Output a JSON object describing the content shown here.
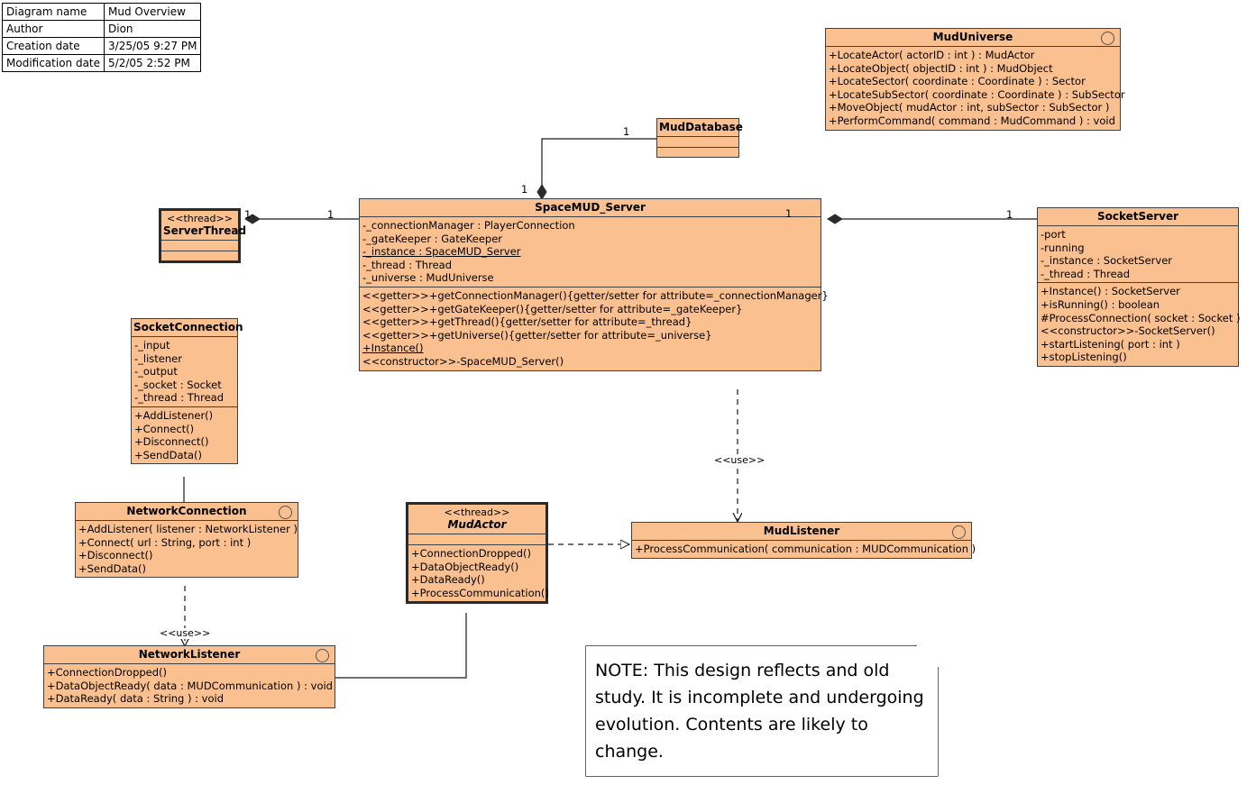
{
  "diagram": {
    "title": "Mud Overview",
    "info_rows": [
      {
        "key": "Diagram name",
        "value": "Mud Overview"
      },
      {
        "key": "Author",
        "value": "Dion"
      },
      {
        "key": "Creation date",
        "value": "3/25/05 9:27 PM"
      },
      {
        "key": "Modification date",
        "value": "5/2/05 2:52 PM"
      }
    ],
    "colors": {
      "class_fill": "#fac090",
      "class_border": "#404040",
      "active_border": "#2b2b2b",
      "line": "#1a1a1a",
      "note_fill": "#ffffff",
      "background": "#ffffff"
    }
  },
  "classes": {
    "mud_universe": {
      "name": "MudUniverse",
      "stereotype": "",
      "interface_circle": true,
      "attributes": [],
      "operations": [
        "+LocateActor( actorID : int ) : MudActor",
        "+LocateObject( objectID : int ) : MudObject",
        "+LocateSector( coordinate : Coordinate ) : Sector",
        "+LocateSubSector( coordinate : Coordinate ) : SubSector",
        "+MoveObject( mudActor : int, subSector : SubSector )",
        "+PerformCommand( command : MudCommand ) : void"
      ]
    },
    "mud_database": {
      "name": "MudDatabase",
      "stereotype": "",
      "interface_circle": false,
      "attributes": [],
      "operations": []
    },
    "server_thread": {
      "name": "ServerThread",
      "stereotype": "<<thread>>",
      "interface_circle": false,
      "attributes": [],
      "operations": []
    },
    "spacemud_server": {
      "name": "SpaceMUD_Server",
      "stereotype": "",
      "interface_circle": false,
      "attributes": [
        {
          "text": "-_connectionManager : PlayerConnection",
          "static": false
        },
        {
          "text": "-_gateKeeper : GateKeeper",
          "static": false
        },
        {
          "text": "-_instance : SpaceMUD_Server",
          "static": true
        },
        {
          "text": "-_thread : Thread",
          "static": false
        },
        {
          "text": "-_universe : MudUniverse",
          "static": false
        }
      ],
      "operations": [
        {
          "text": "<<getter>>+getConnectionManager(){getter/setter for attribute=_connectionManager}",
          "static": false
        },
        {
          "text": "<<getter>>+getGateKeeper(){getter/setter for attribute=_gateKeeper}",
          "static": false
        },
        {
          "text": "<<getter>>+getThread(){getter/setter for attribute=_thread}",
          "static": false
        },
        {
          "text": "<<getter>>+getUniverse(){getter/setter for attribute=_universe}",
          "static": false
        },
        {
          "text": "+Instance()",
          "static": true
        },
        {
          "text": "<<constructor>>-SpaceMUD_Server()",
          "static": false
        }
      ]
    },
    "socket_server": {
      "name": "SocketServer",
      "stereotype": "",
      "interface_circle": false,
      "attributes": [
        "-port",
        "-running",
        "-_instance : SocketServer",
        "-_thread : Thread"
      ],
      "operations": [
        "+Instance() : SocketServer",
        "+isRunning() : boolean",
        "#ProcessConnection( socket : Socket )",
        "<<constructor>>-SocketServer()",
        "+startListening( port : int )",
        "+stopListening()"
      ]
    },
    "socket_connection": {
      "name": "SocketConnection",
      "stereotype": "",
      "interface_circle": false,
      "attributes": [
        "-_input",
        "-_listener",
        "-_output",
        "-_socket : Socket",
        "-_thread : Thread"
      ],
      "operations": [
        "+AddListener()",
        "+Connect()",
        "+Disconnect()",
        "+SendData()"
      ]
    },
    "network_connection": {
      "name": "NetworkConnection",
      "stereotype": "",
      "interface_circle": true,
      "attributes": [],
      "operations": [
        "+AddListener( listener : NetworkListener )",
        "+Connect( url : String, port : int )",
        "+Disconnect()",
        "+SendData()"
      ]
    },
    "network_listener": {
      "name": "NetworkListener",
      "stereotype": "",
      "interface_circle": true,
      "attributes": [],
      "operations": [
        "+ConnectionDropped()",
        "+DataObjectReady( data : MUDCommunication ) : void",
        "+DataReady( data : String ) : void"
      ]
    },
    "mud_actor": {
      "name": "MudActor",
      "stereotype": "<<thread>>",
      "abstract": true,
      "interface_circle": false,
      "attributes": [],
      "operations": [
        "+ConnectionDropped()",
        "+DataObjectReady()",
        "+DataReady()",
        "+ProcessCommunication()"
      ]
    },
    "mud_listener": {
      "name": "MudListener",
      "stereotype": "",
      "interface_circle": true,
      "attributes": [],
      "operations": [
        "+ProcessCommunication( communication : MUDCommunication )"
      ]
    }
  },
  "note": {
    "text": "NOTE: This design reflects and old study.  It is incomplete and undergoing evolution.  Contents are likely to change."
  },
  "connectors": {
    "multiplicities": {
      "db_to_server_top": "1",
      "db_near_database": "1",
      "server_thread_left": "1",
      "server_thread_right": "1",
      "server_right": "1",
      "socket_server_left": "1"
    },
    "use_labels": {
      "server_to_mudlistener": "<<use>>",
      "networkconnection_to_networklistener": "<<use>>"
    }
  }
}
